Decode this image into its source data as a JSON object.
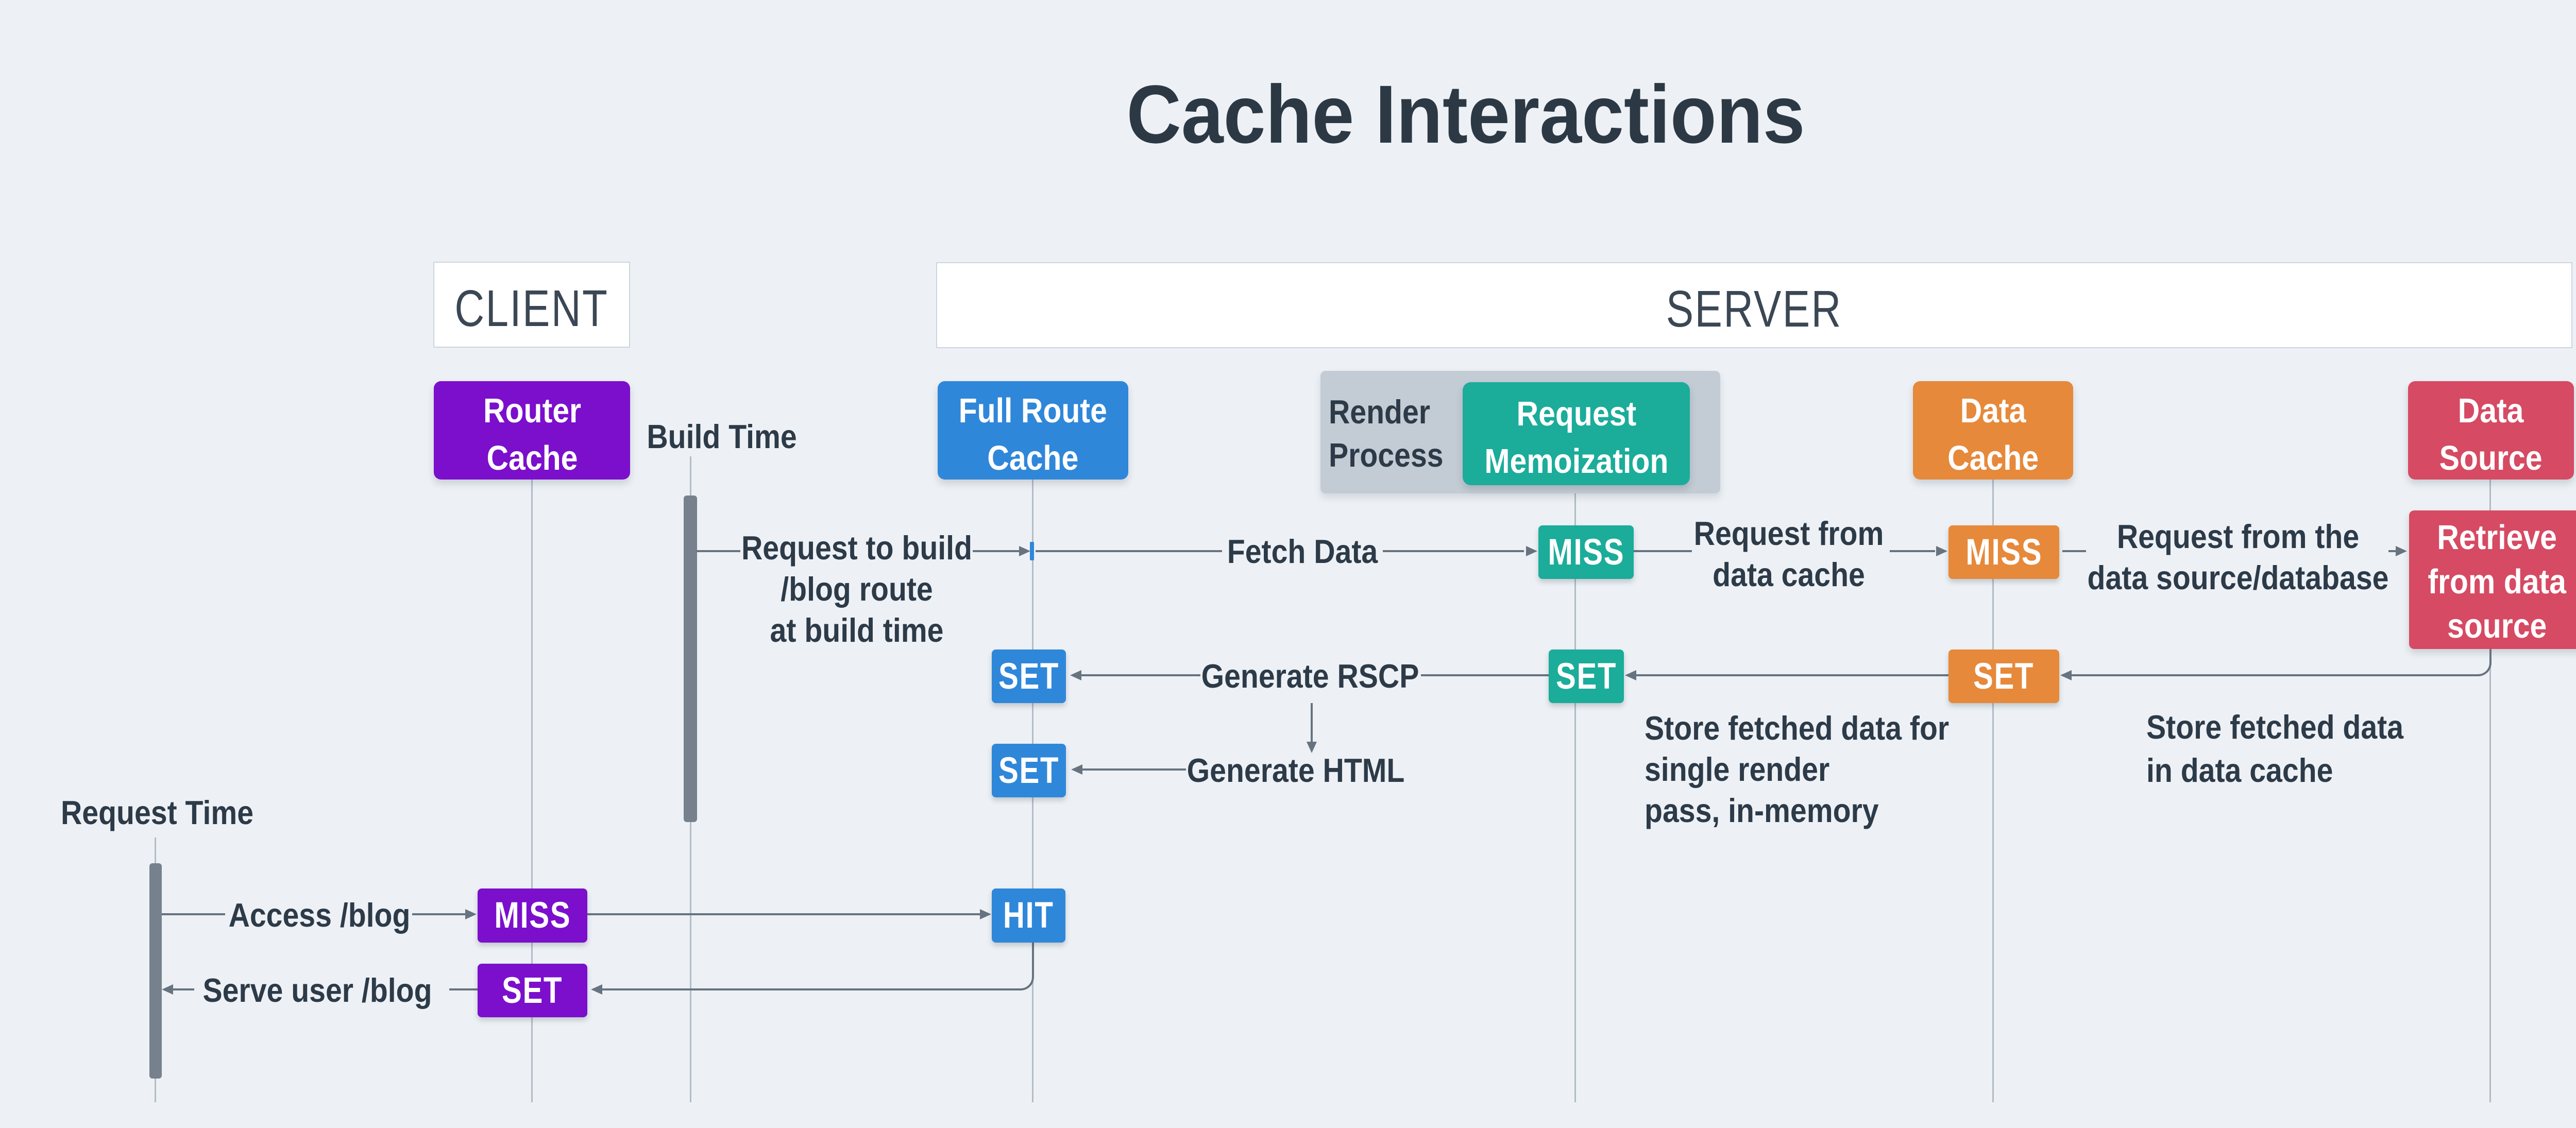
{
  "title": "Cache Interactions",
  "lanes": {
    "client": "CLIENT",
    "server": "SERVER"
  },
  "columns": {
    "router_cache": "Router\nCache",
    "full_route_cache": "Full Route\nCache",
    "render_process": "Render\nProcess",
    "request_memoization": "Request\nMemoization",
    "data_cache": "Data\nCache",
    "data_source": "Data\nSource",
    "retrieve_from_source": "Retrieve\nfrom data\nsource"
  },
  "timelines": {
    "build": "Build Time",
    "request": "Request Time"
  },
  "chips": {
    "memo_miss": "MISS",
    "data_cache_miss": "MISS",
    "data_cache_set": "SET",
    "memo_set": "SET",
    "full_route_set_rscp": "SET",
    "full_route_set_html": "SET",
    "router_miss": "MISS",
    "full_route_hit": "HIT",
    "router_set": "SET"
  },
  "messages": {
    "build_request": "Request to build\n/blog route\nat build time",
    "fetch_data": "Fetch Data",
    "request_from_cache": "Request from\ndata cache",
    "request_from_source": "Request from the\ndata source/database",
    "generate_rscp": "Generate RSCP",
    "generate_html": "Generate HTML",
    "store_memo": "Store fetched data for\nsingle render\npass, in-memory",
    "store_data_cache": "Store fetched data\nin data cache",
    "access_blog": "Access /blog",
    "serve_user": "Serve user /blog"
  },
  "colors": {
    "background": "#edf1f5",
    "purple": "#7b0fcc",
    "blue": "#2f87d9",
    "teal": "#1bac9a",
    "orange": "#e6893b",
    "crimson": "#d64a63",
    "panel_grey": "#c3ccd4",
    "bar_grey": "#76818d",
    "lifeline_grey": "#b2bcc6",
    "arrow_grey": "#67737f",
    "text_dark": "#2d3a48"
  }
}
